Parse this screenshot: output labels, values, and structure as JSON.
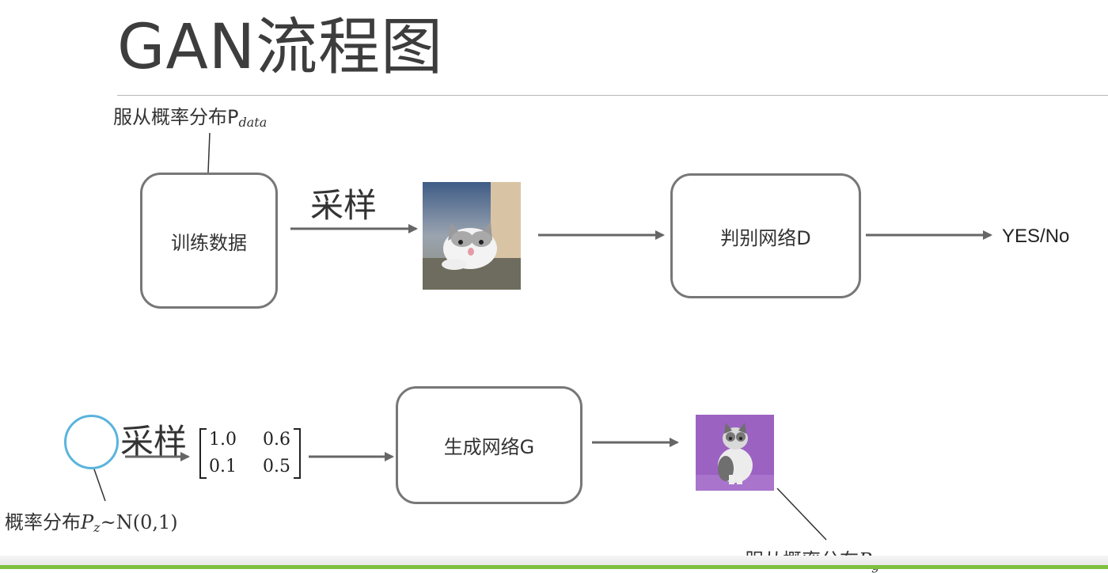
{
  "slide": {
    "title": "GAN流程图"
  },
  "real_branch": {
    "distribution_label": "服从概率分布P",
    "distribution_subscript": "data",
    "training_data_box": "训练数据",
    "sample_label": "采样",
    "discriminator_box": "判别网络D",
    "output_label": "YES/No"
  },
  "fake_branch": {
    "noise_label_prefix": "概率分布",
    "noise_label_var": "P",
    "noise_label_sub": "z",
    "noise_label_suffix": "~N(0,1)",
    "sample_label": "采样",
    "matrix": [
      "1.0",
      "0.6",
      "0.1",
      "0.5"
    ],
    "generator_box": "生成网络G",
    "generated_label_prefix": "服从概率分布",
    "generated_label_var": "P",
    "generated_label_sub": "g"
  },
  "colors": {
    "arrow": "#666666",
    "box_border": "#777777",
    "noise_circle": "#5ab4dc",
    "footer_accent": "#7fbf3f"
  }
}
